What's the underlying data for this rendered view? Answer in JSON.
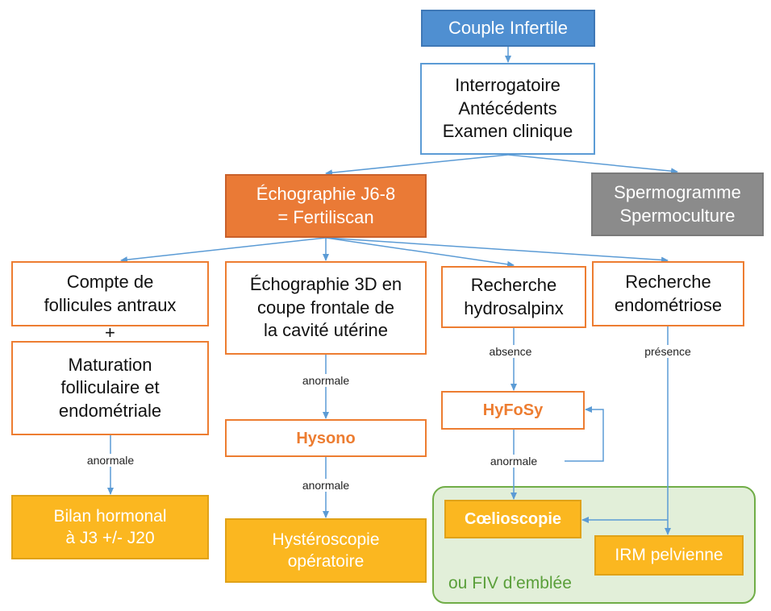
{
  "nodes": {
    "couple": "Couple Infertile",
    "interrogatoire": "Interrogatoire\nAntécédents\nExamen clinique",
    "echographie": "Échographie J6-8\n= Fertiliscan",
    "spermogramme": "Spermogramme\nSpermoculture",
    "compte": "Compte de\nfollicules antraux",
    "plus": "+",
    "maturation": "Maturation\nfolliculaire et\nendométriale",
    "echo3d": "Échographie 3D en\ncoupe frontale de\nla cavité utérine",
    "hydrosalpinx": "Recherche\nhydrosalpinx",
    "endometriose": "Recherche\nendométriose",
    "hysono": "Hysono",
    "hyfosy": "HyFoSy",
    "bilan": "Bilan hormonal\nà J3 +/- J20",
    "hysteroscopie": "Hystéroscopie\nopératoire",
    "coelioscopie": "Cœlioscopie",
    "irm": "IRM pelvienne"
  },
  "edge_labels": {
    "anormale_bilan": "anormale",
    "anormale_hysono": "anormale",
    "anormale_hystero": "anormale",
    "absence": "absence",
    "presence": "présence",
    "anormale_hyfosy": "anormale"
  },
  "group": {
    "label": "ou FIV d’emblée"
  },
  "colors": {
    "blue": "#4f8fd1",
    "orange": "#ed7d31",
    "gray": "#8b8b8b",
    "yellow": "#fbb720",
    "green": "#70ad47",
    "arrow": "#5b9bd5"
  }
}
